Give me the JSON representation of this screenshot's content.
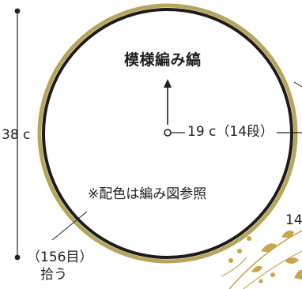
{
  "diagram": {
    "pattern_label": "模様編み縞",
    "color_note": "※配色は編み図参照",
    "radius_label": "19 c（14段）",
    "height_label": "38 c",
    "pickup_count": "（156目）",
    "pickup_action": "拾う",
    "chart_ref_label": "14",
    "colors": {
      "ink": "#231f20",
      "rim": "#b5a65a",
      "rim_inner": "#1e1b1a",
      "motif": "#c9a64a"
    }
  }
}
